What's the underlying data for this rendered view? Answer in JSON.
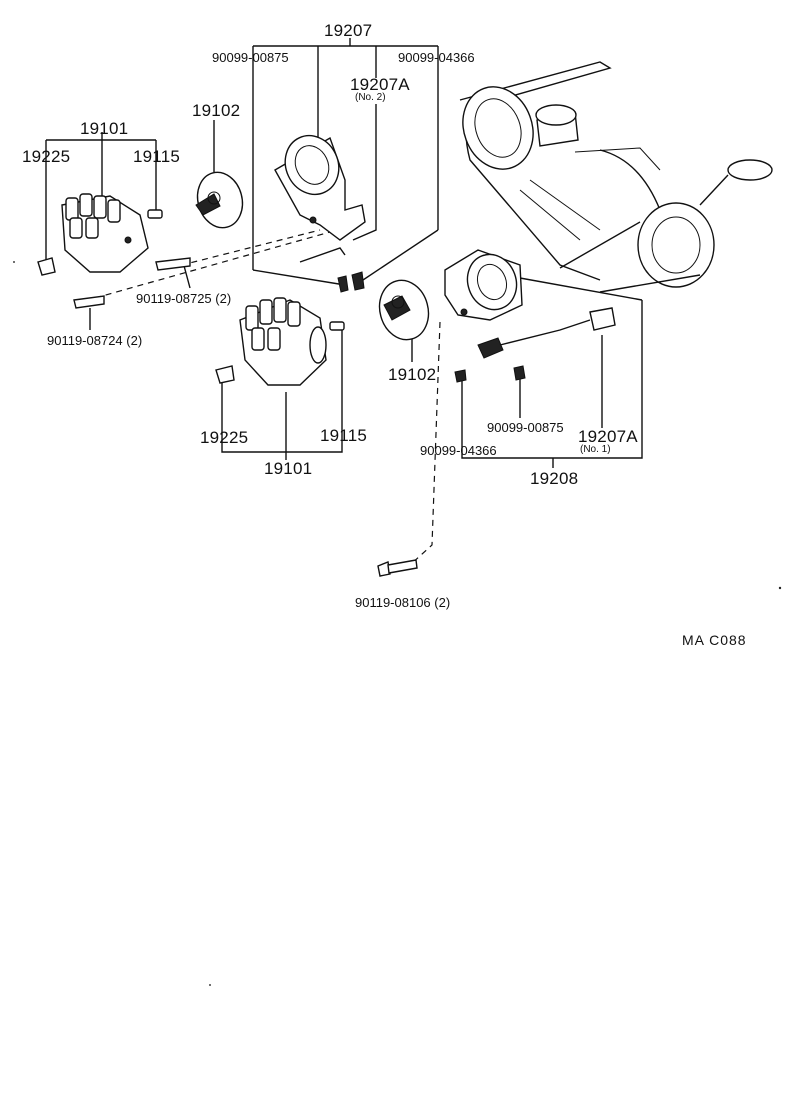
{
  "diagram": {
    "code": "MA  C088",
    "labels": {
      "l_19207": "19207",
      "l_90099_00875_top": "90099-00875",
      "l_90099_04366_top": "90099-04366",
      "l_19207a_top": "19207A",
      "l_no2": "(No. 2)",
      "l_19101_top": "19101",
      "l_19102_top": "19102",
      "l_19225_top": "19225",
      "l_19115_top": "19115",
      "l_90119_08725": "90119-08725 (2)",
      "l_90119_08724": "90119-08724 (2)",
      "l_19102_mid": "19102",
      "l_19225_bot": "19225",
      "l_19115_bot": "19115",
      "l_19101_bot": "19101",
      "l_90099_00875_bot": "90099-00875",
      "l_19207a_bot": "19207A",
      "l_no1": "(No. 1)",
      "l_90099_04366_bot": "90099-04366",
      "l_19208": "19208",
      "l_90119_08106": "90119-08106 (2)"
    }
  }
}
